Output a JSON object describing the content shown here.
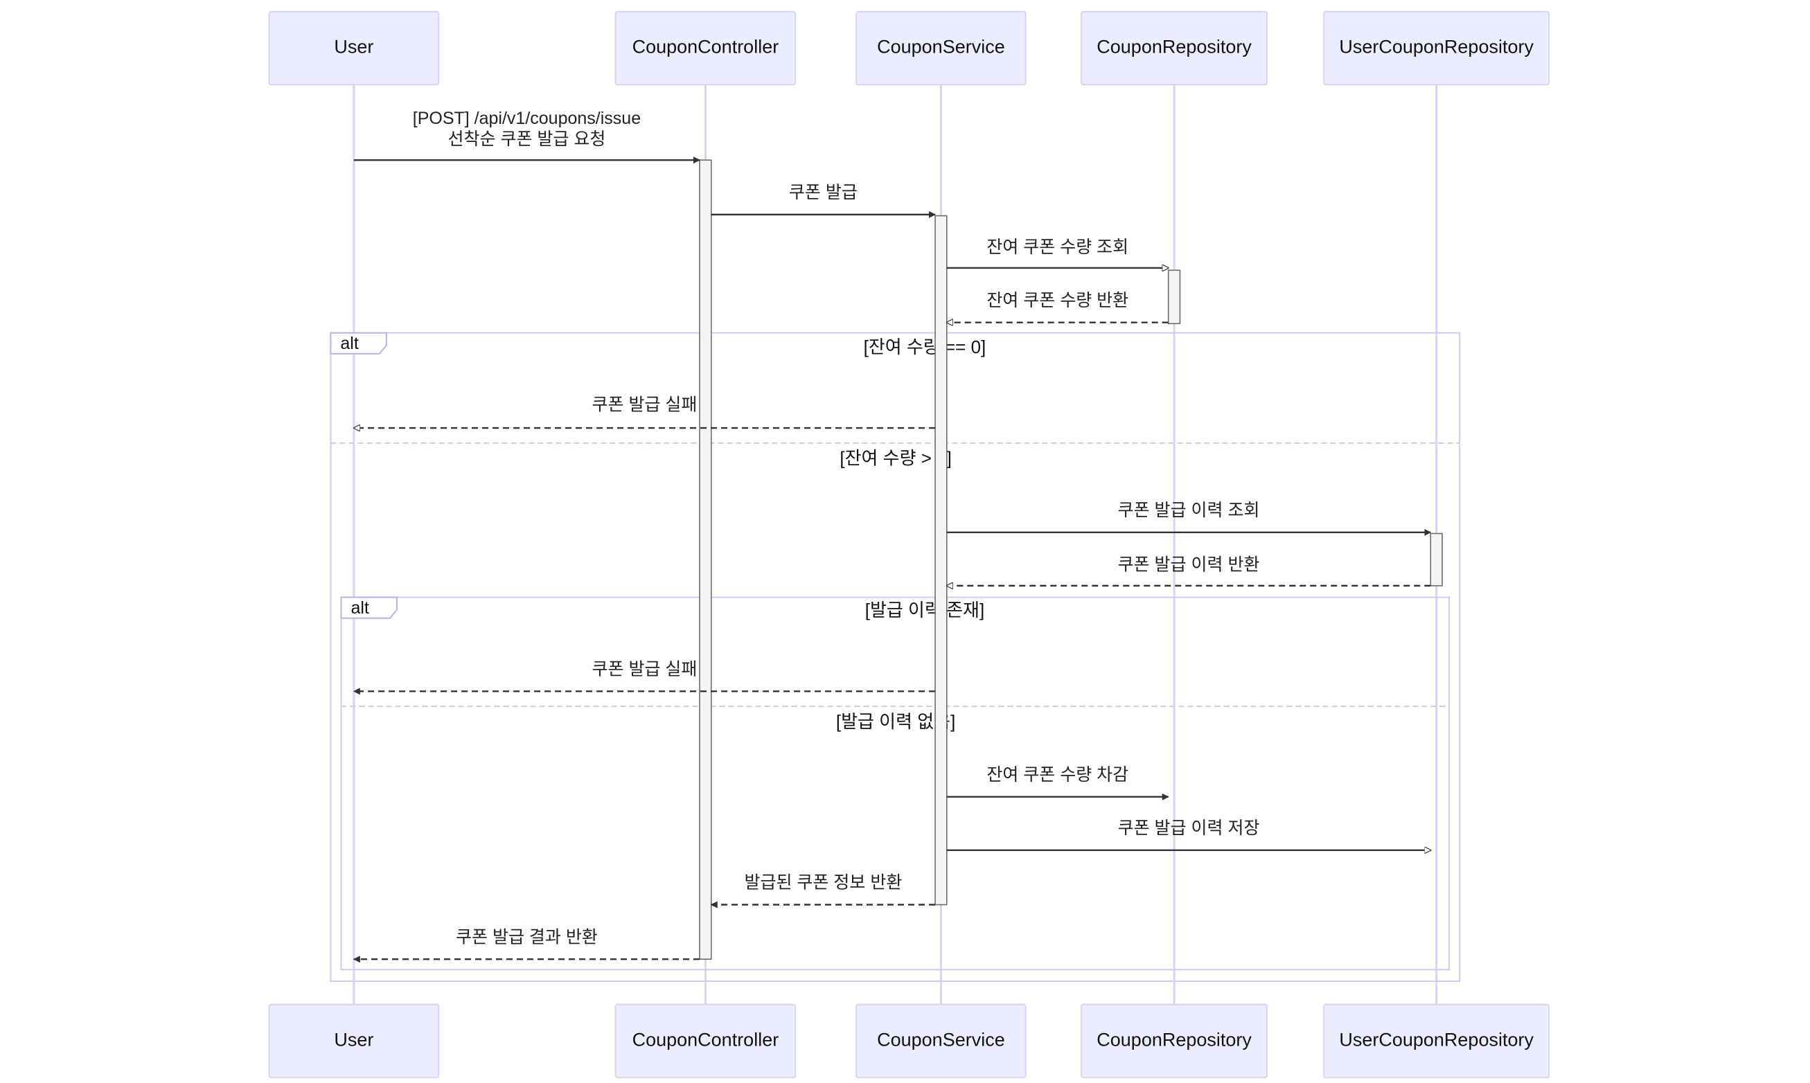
{
  "participants": [
    {
      "id": "user",
      "label": "User"
    },
    {
      "id": "controller",
      "label": "CouponController"
    },
    {
      "id": "service",
      "label": "CouponService"
    },
    {
      "id": "coupon_repo",
      "label": "CouponRepository"
    },
    {
      "id": "user_coupon_repo",
      "label": "UserCouponRepository"
    }
  ],
  "messages": [
    {
      "from": "user",
      "to": "controller",
      "style": "solid",
      "head": "filled",
      "lines": [
        "[POST] /api/v1/coupons/issue",
        "선착순 쿠폰 발급 요청"
      ]
    },
    {
      "from": "controller",
      "to": "service",
      "style": "solid",
      "head": "filled",
      "lines": [
        "쿠폰 발급"
      ]
    },
    {
      "from": "service",
      "to": "coupon_repo",
      "style": "solid",
      "head": "open",
      "lines": [
        "잔여 쿠폰 수량 조회"
      ]
    },
    {
      "from": "coupon_repo",
      "to": "service",
      "style": "dashed",
      "head": "open",
      "lines": [
        "잔여 쿠폰 수량 반환"
      ]
    },
    {
      "from": "service",
      "to": "user",
      "style": "dashed",
      "head": "open",
      "lines": [
        "쿠폰 발급 실패"
      ]
    },
    {
      "from": "service",
      "to": "user_coupon_repo",
      "style": "solid",
      "head": "filled",
      "lines": [
        "쿠폰 발급 이력 조회"
      ]
    },
    {
      "from": "user_coupon_repo",
      "to": "service",
      "style": "dashed",
      "head": "open",
      "lines": [
        "쿠폰 발급 이력 반환"
      ]
    },
    {
      "from": "service",
      "to": "user",
      "style": "dashed",
      "head": "filled",
      "lines": [
        "쿠폰 발급 실패"
      ]
    },
    {
      "from": "service",
      "to": "coupon_repo",
      "style": "solid",
      "head": "filled",
      "lines": [
        "잔여 쿠폰 수량 차감"
      ]
    },
    {
      "from": "service",
      "to": "user_coupon_repo",
      "style": "solid",
      "head": "open",
      "lines": [
        "쿠폰 발급 이력 저장"
      ]
    },
    {
      "from": "service",
      "to": "controller",
      "style": "dashed",
      "head": "filled",
      "lines": [
        "발급된 쿠폰 정보 반환"
      ]
    },
    {
      "from": "controller",
      "to": "user",
      "style": "dashed",
      "head": "filled",
      "lines": [
        "쿠폰 발급 결과 반환"
      ]
    }
  ],
  "fragments": [
    {
      "keyword": "alt",
      "conditions": [
        "[잔여 수량 == 0]",
        "[잔여 수량 > 0]"
      ]
    },
    {
      "keyword": "alt",
      "conditions": [
        "[발급 이력 존재]",
        "[발급 이력 없음]"
      ]
    }
  ],
  "colors": {
    "actor_fill": "#ECECFF",
    "lifeline": "#D8D3F3",
    "frame": "#CFC9F0",
    "message": "#333333"
  }
}
